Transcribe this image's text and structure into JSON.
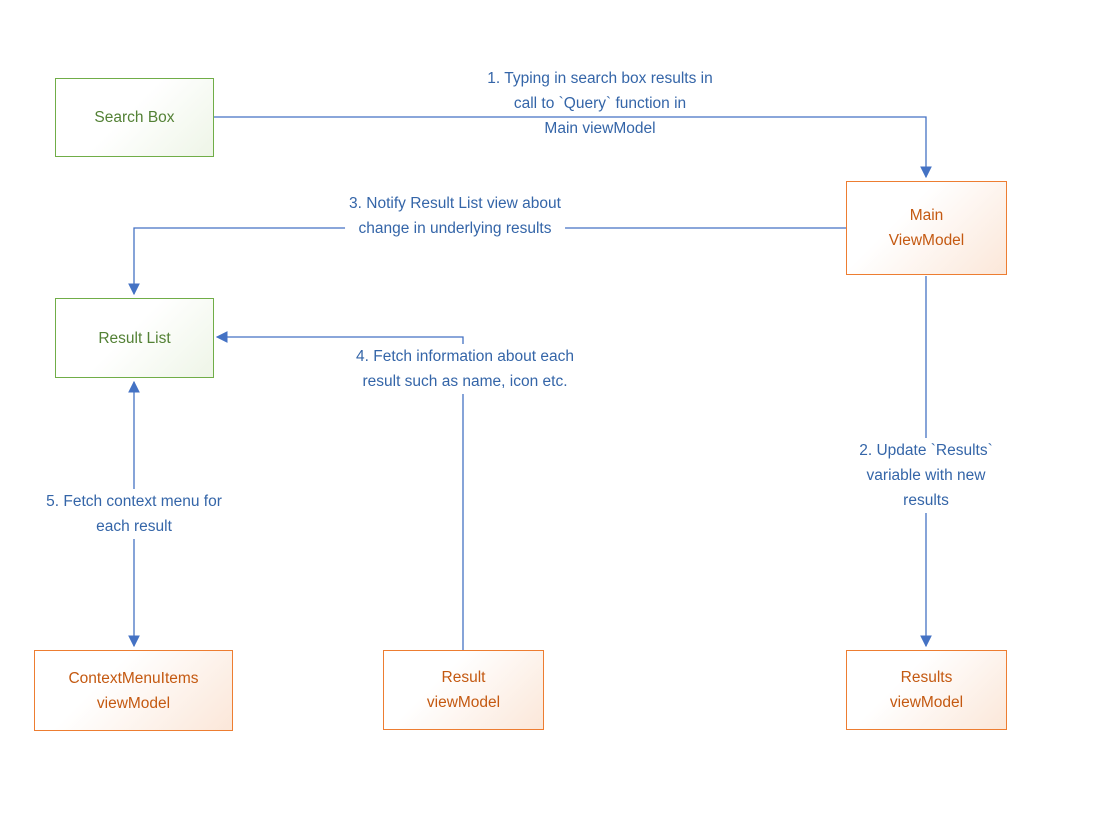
{
  "diagram": {
    "nodes": {
      "search_box": {
        "label": "Search Box"
      },
      "main_viewmodel": {
        "label": "Main\nViewModel"
      },
      "result_list": {
        "label": "Result List"
      },
      "contextmenuitems_viewmodel": {
        "label": "ContextMenuItems\nviewModel"
      },
      "result_viewmodel": {
        "label": "Result\nviewModel"
      },
      "results_viewmodel": {
        "label": "Results\nviewModel"
      }
    },
    "edge_labels": {
      "step1": "1. Typing in search box results in\ncall to `Query` function in\nMain viewModel",
      "step2": "2. Update `Results` variable with new\nresults",
      "step3": "3. Notify Result List view about\nchange in underlying results",
      "step4": "4. Fetch information about each\nresult such as name, icon etc.",
      "step5": "5. Fetch context menu for\neach result"
    },
    "colors": {
      "connector_blue": "#4472c4",
      "edge_label_text": "#3465a8",
      "view_border_green": "#70ad47",
      "view_text_green": "#538135",
      "viewmodel_border_orange": "#ed7d31",
      "viewmodel_text_orange": "#c45911",
      "background": "#ffffff"
    }
  }
}
